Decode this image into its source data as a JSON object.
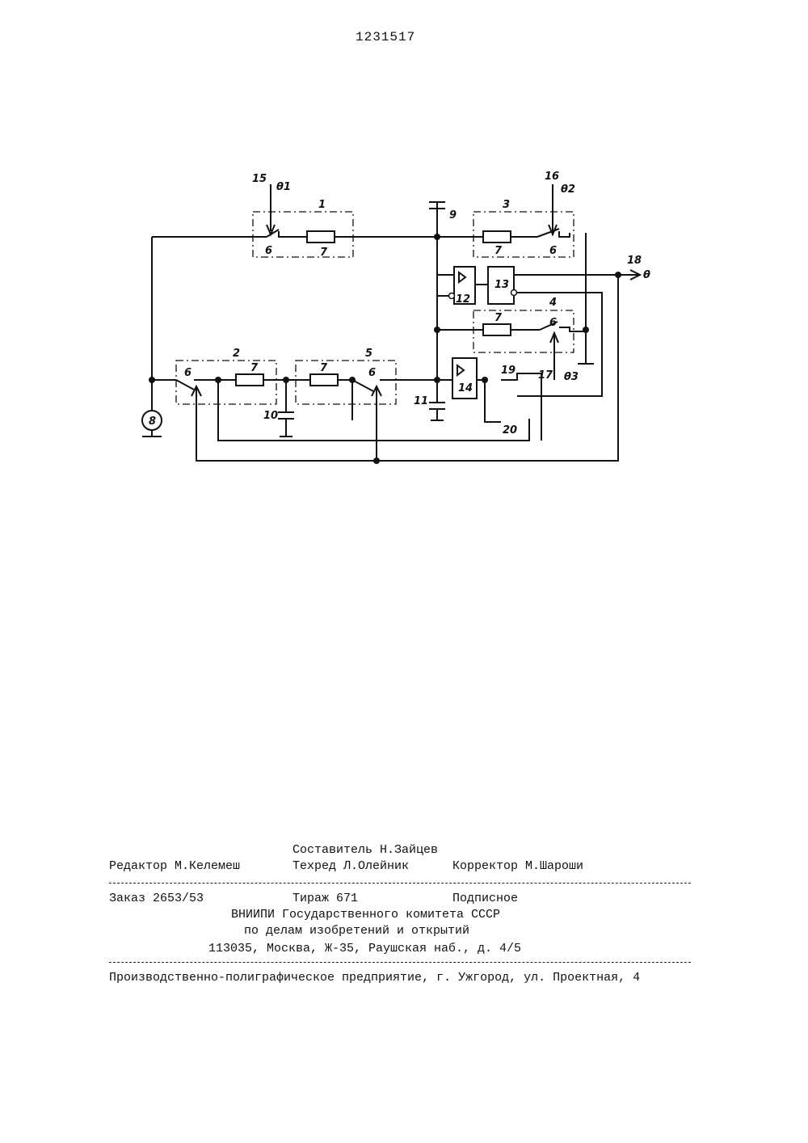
{
  "document_number": "1231517",
  "diagram": {
    "blocks": [
      "1",
      "2",
      "3",
      "4",
      "5"
    ],
    "switch_label": "6",
    "resistor_label": "7",
    "source_label": "8",
    "capacitors": [
      "9",
      "10",
      "11"
    ],
    "element_12": "12",
    "element_13": "13",
    "element_14": "14",
    "inputs": [
      {
        "number": "15",
        "signal": "θ1"
      },
      {
        "number": "16",
        "signal": "θ2"
      },
      {
        "number": "17",
        "signal": "θ3"
      }
    ],
    "output": {
      "number": "18",
      "signal": "θ"
    },
    "element_19": "19",
    "element_20": "20"
  },
  "colophon": {
    "compiler": "Составитель Н.Зайцев",
    "editor": "Редактор М.Келемеш",
    "techred": "Техред Л.Олейник",
    "corrector": "Корректор М.Шароши",
    "order": "Заказ 2653/53",
    "circulation": "Тираж 671",
    "subscription": "Подписное",
    "org_line1": "ВНИИПИ Государственного комитета СССР",
    "org_line2": "по делам изобретений и открытий",
    "address": "113035, Москва, Ж-35, Раушская наб., д. 4/5",
    "printer": "Производственно-полиграфическое предприятие, г. Ужгород, ул. Проектная, 4"
  }
}
